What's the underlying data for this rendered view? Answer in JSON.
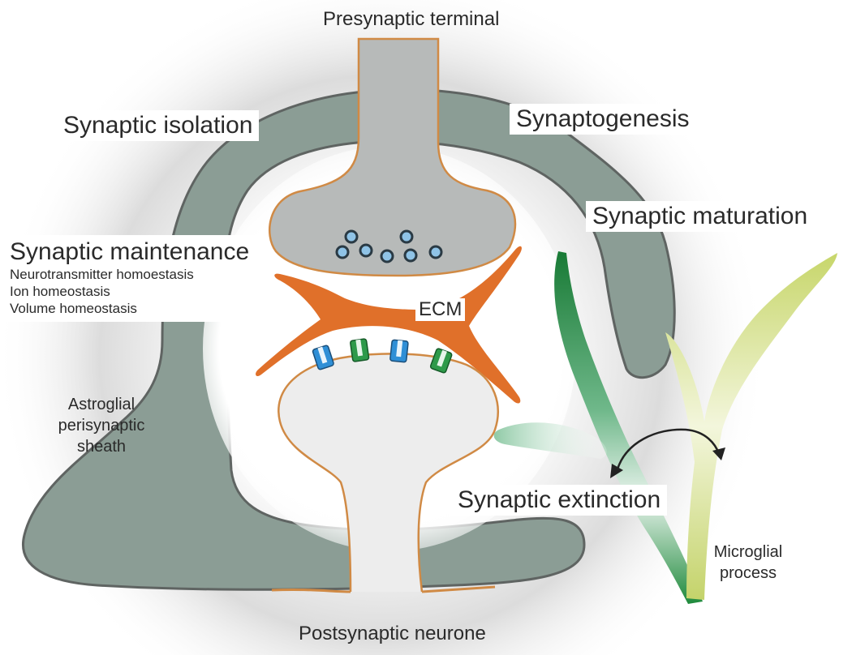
{
  "labels": {
    "presynaptic": "Presynaptic terminal",
    "postsynaptic": "Postsynaptic neurone",
    "isolation": "Synaptic isolation",
    "synaptogenesis": "Synaptogenesis",
    "maturation": "Synaptic maturation",
    "maintenance": "Synaptic maintenance",
    "maintenance_items": [
      "Neurotransmitter homoestasis",
      "Ion homeostasis",
      "Volume homeostasis"
    ],
    "astroglial": [
      "Astroglial",
      "perisynaptic",
      "sheath"
    ],
    "ecm": "ECM",
    "extinction": "Synaptic extinction",
    "microglial": [
      "Microglial",
      "process"
    ]
  },
  "colors": {
    "astrocyte": "#8a9c94",
    "astrocyte_outline": "#6b6f6d",
    "neuron_fill": "#b6b9b8",
    "neuron_outline": "#d08a45",
    "ecm": "#e0702a",
    "vesicle": "#8fc3e6",
    "receptor_blue": "#2f8fd6",
    "receptor_green": "#2e9a4a",
    "microglia_dark": "#1f8a3c",
    "microglia_light": "#c8d870"
  }
}
